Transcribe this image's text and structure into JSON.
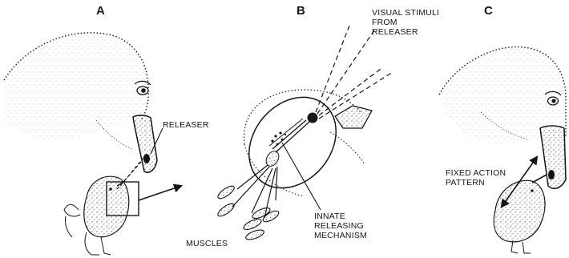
{
  "panels": {
    "a": {
      "letter": "A"
    },
    "b": {
      "letter": "B"
    },
    "c": {
      "letter": "C"
    }
  },
  "labels": {
    "releaser": "RELEASER",
    "visual_stimuli": [
      "VISUAL STIMULI",
      "FROM",
      "RELEASER"
    ],
    "innate_releasing_mechanism": [
      "INNATE",
      "RELEASING",
      "MECHANISM"
    ],
    "muscles": "MUSCLES",
    "fixed_action_pattern": [
      "FIXED ACTION",
      "PATTERN"
    ]
  },
  "colors": {
    "ink": "#161616",
    "beak_spot": "#111111",
    "background": "#ffffff"
  }
}
